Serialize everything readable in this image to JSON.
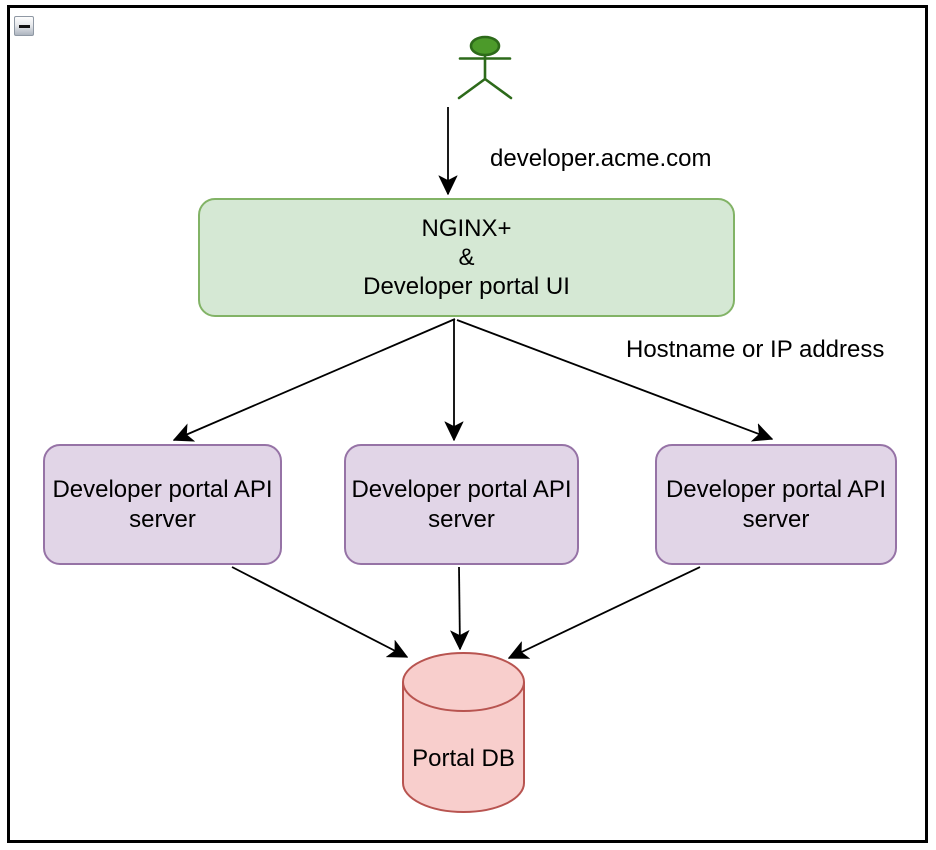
{
  "window": {
    "collapse_icon": "minus"
  },
  "diagram": {
    "edge_labels": {
      "domain": "developer.acme.com",
      "routing": "Hostname or IP address"
    },
    "gateway": {
      "lines": [
        "NGINX+",
        "&",
        "Developer portal UI"
      ],
      "fill": "#d5e8d4",
      "stroke": "#82b366"
    },
    "api_servers": [
      {
        "label": "Developer portal API server"
      },
      {
        "label": "Developer portal API server"
      },
      {
        "label": "Developer portal API server"
      }
    ],
    "api_server_style": {
      "fill": "#e1d5e7",
      "stroke": "#9673a6"
    },
    "database": {
      "label": "Portal DB",
      "fill": "#f8cecc",
      "stroke": "#b85450"
    },
    "actor": {
      "fill": "#4c9a2a",
      "stroke": "#2d6a1a"
    },
    "connector_color": "#000000"
  }
}
